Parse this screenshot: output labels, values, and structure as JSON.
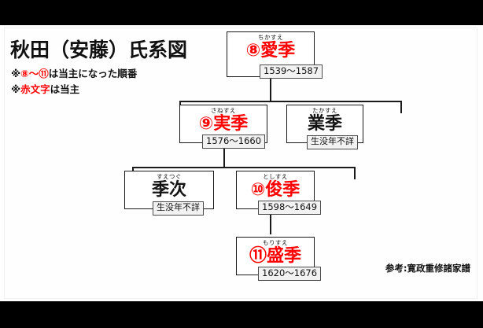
{
  "slide": {
    "title": "秋田（安藤）氏系図",
    "notes": [
      {
        "marker": "※",
        "red_part": "⑧〜⑪",
        "rest": "は当主になった順番"
      },
      {
        "marker": "※",
        "red_part": "赤文字",
        "rest": "は当主"
      }
    ],
    "credit": "参考:寛政重修諸家譜",
    "accent_color": "#ff0000",
    "text_color": "#111111",
    "background": "#fefefe",
    "letterbox_color": "#000000"
  },
  "tree": {
    "nodes": [
      {
        "id": "chikasue",
        "furigana": "ちかすえ",
        "name": "⑧愛季",
        "date": "1539〜1587",
        "is_head": true,
        "generation": 1
      },
      {
        "id": "sanesue",
        "furigana": "さねすえ",
        "name": "⑨実季",
        "date": "1576〜1660",
        "is_head": true,
        "generation": 2
      },
      {
        "id": "takasue",
        "furigana": "たかすえ",
        "name": "業季",
        "date": "生没年不詳",
        "is_head": false,
        "generation": 2
      },
      {
        "id": "suetsugu",
        "furigana": "すえつぐ",
        "name": "季次",
        "date": "生没年不詳",
        "is_head": false,
        "generation": 3
      },
      {
        "id": "toshisue",
        "furigana": "としすえ",
        "name": "⑩俊季",
        "date": "1598〜1649",
        "is_head": true,
        "generation": 3
      },
      {
        "id": "morisue",
        "furigana": "もりすえ",
        "name": "⑪盛季",
        "date": "1620〜1676",
        "is_head": true,
        "generation": 4
      }
    ]
  }
}
